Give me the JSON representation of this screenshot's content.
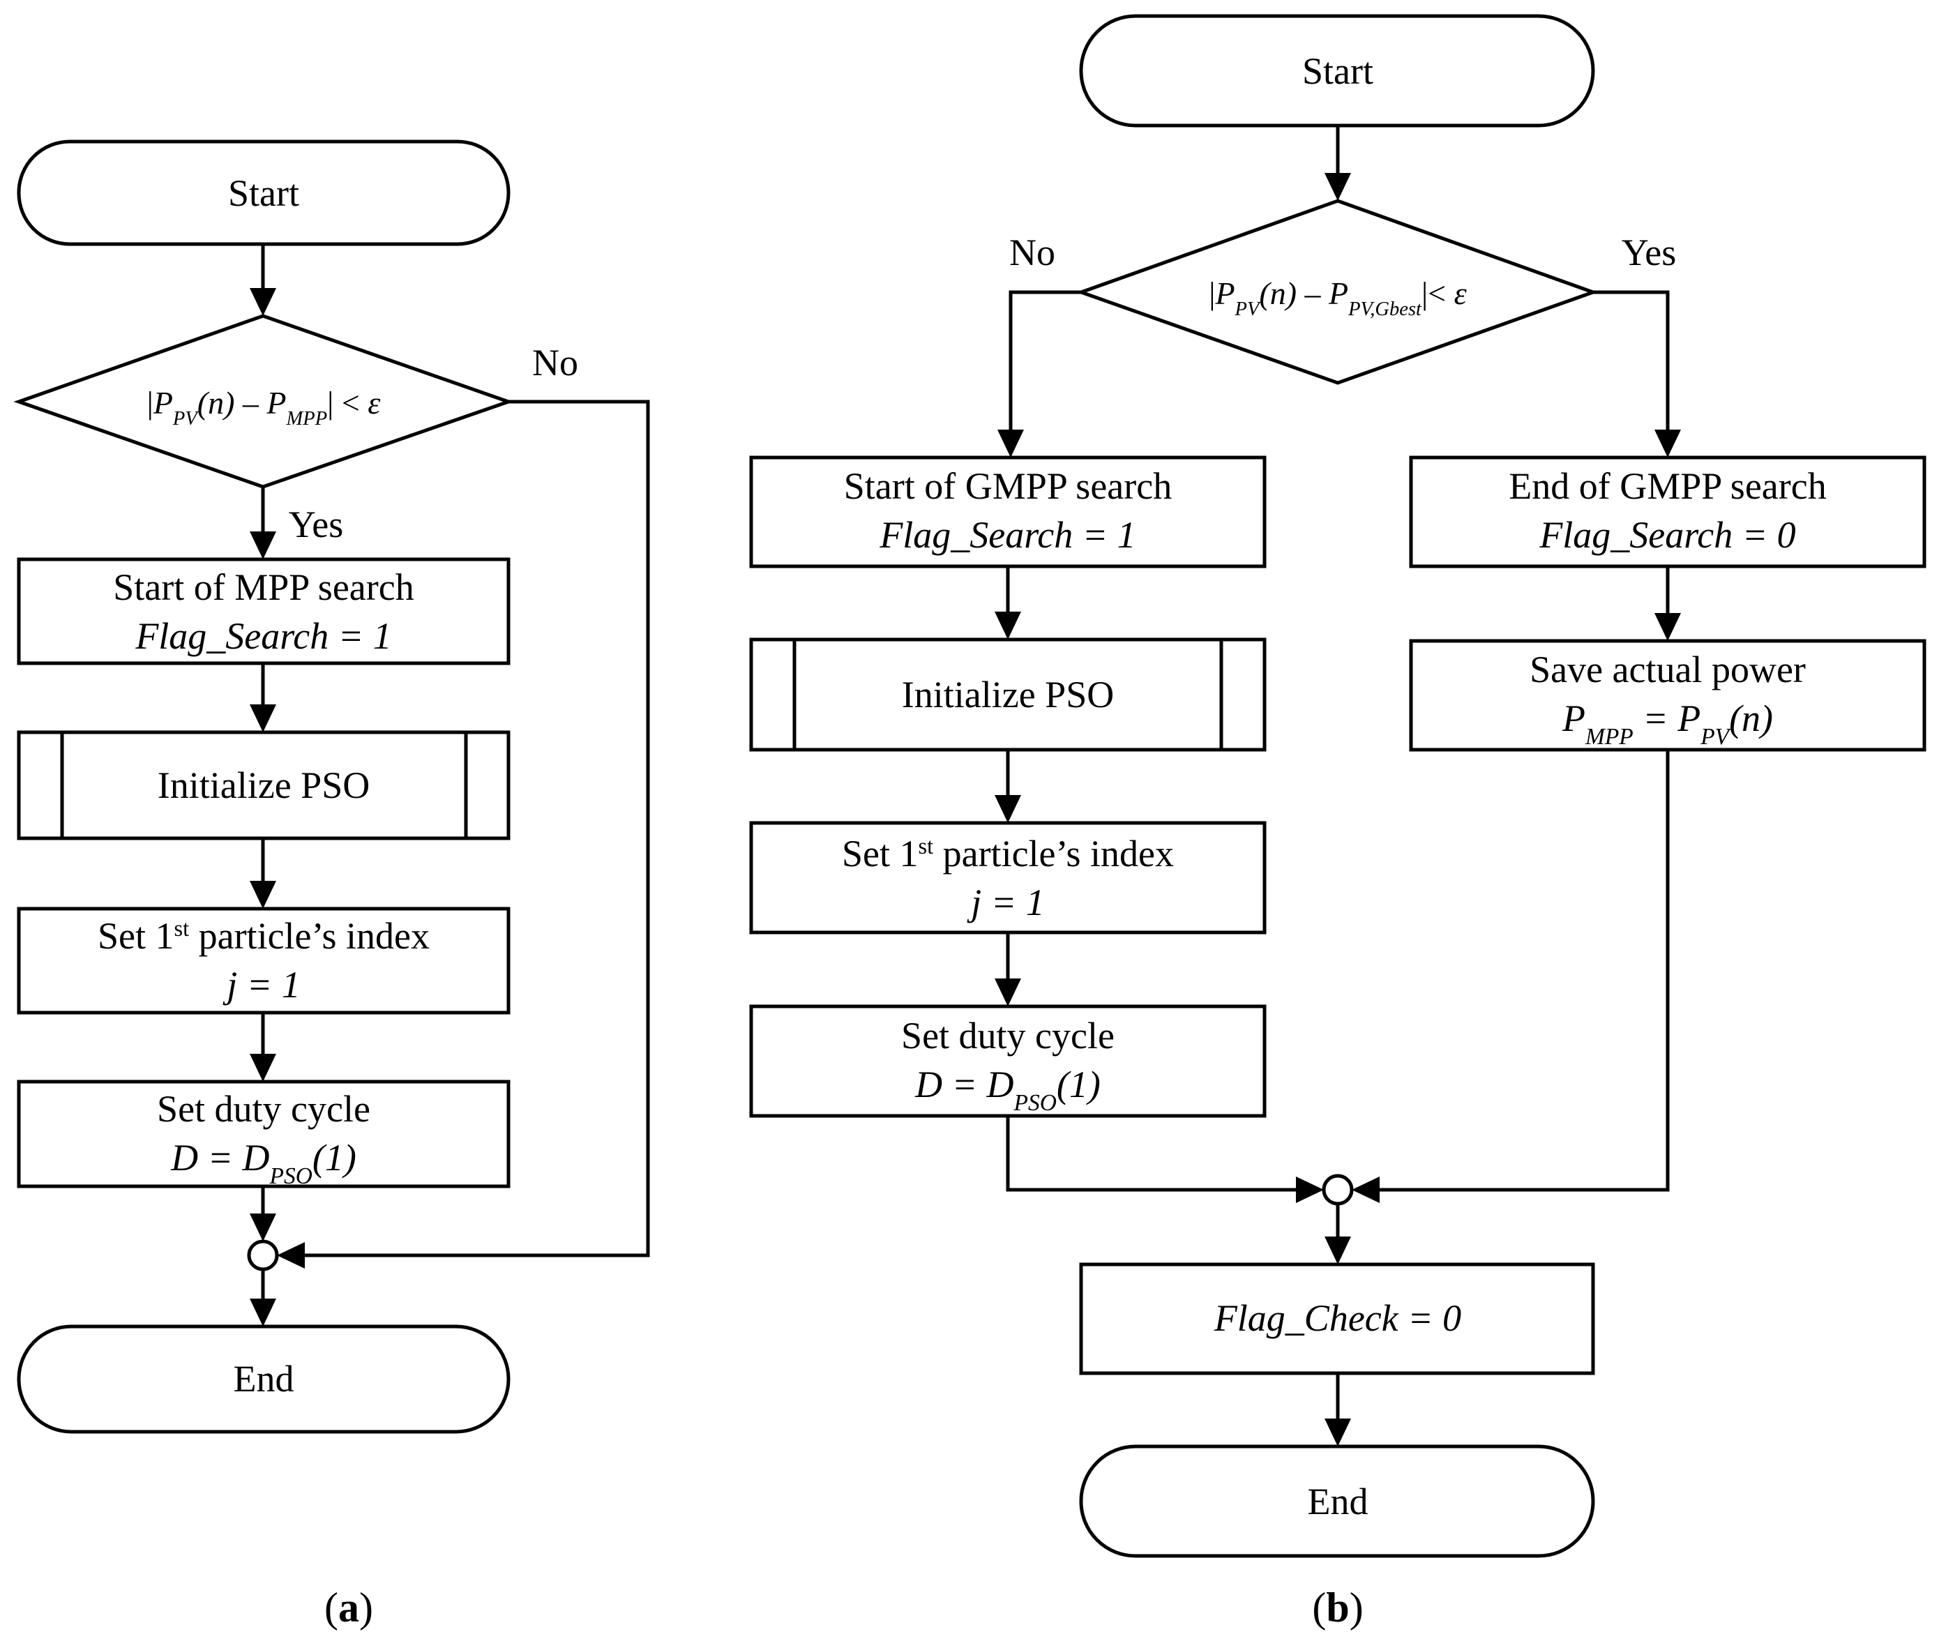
{
  "flowchart_a": {
    "start": "Start",
    "decision": [
      {
        "t": "|"
      },
      {
        "t": "P",
        "i": 1
      },
      {
        "t": "PV",
        "i": 1,
        "s": 1
      },
      {
        "t": "(n)",
        "i": 1
      },
      {
        "t": " – "
      },
      {
        "t": "P",
        "i": 1
      },
      {
        "t": "MPP",
        "i": 1,
        "s": 1
      },
      {
        "t": "| < "
      },
      {
        "t": "ε",
        "i": 1
      }
    ],
    "no_label": "No",
    "yes_label": "Yes",
    "box1": [
      [
        {
          "t": "Start of MPP search"
        }
      ],
      [
        {
          "t": "Flag_Search = 1",
          "i": 1
        }
      ]
    ],
    "init": [
      [
        {
          "t": "Initialize PSO"
        }
      ]
    ],
    "box2": [
      [
        {
          "t": "Set 1"
        },
        {
          "t": "st",
          "sup": 1
        },
        {
          "t": " particle’s index"
        }
      ],
      [
        {
          "t": "j = 1",
          "i": 1
        }
      ]
    ],
    "box3": [
      [
        {
          "t": "Set duty cycle"
        }
      ],
      [
        {
          "t": "D = D",
          "i": 1
        },
        {
          "t": "PSO",
          "i": 1,
          "s": 1
        },
        {
          "t": "(1)",
          "i": 1
        }
      ]
    ],
    "end": "End",
    "caption": [
      {
        "t": "("
      },
      {
        "t": "a",
        "b": 1
      },
      {
        "t": ")"
      }
    ]
  },
  "flowchart_b": {
    "start": "Start",
    "decision": [
      {
        "t": "|"
      },
      {
        "t": "P",
        "i": 1
      },
      {
        "t": "PV",
        "i": 1,
        "s": 1
      },
      {
        "t": "(n)",
        "i": 1
      },
      {
        "t": " – "
      },
      {
        "t": "P",
        "i": 1
      },
      {
        "t": "PV,Gbest",
        "i": 1,
        "s": 1
      },
      {
        "t": "|< "
      },
      {
        "t": "ε",
        "i": 1
      }
    ],
    "no_label": "No",
    "yes_label": "Yes",
    "left_box1": [
      [
        {
          "t": "Start of GMPP search"
        }
      ],
      [
        {
          "t": "Flag_Search = 1",
          "i": 1
        }
      ]
    ],
    "left_init": [
      [
        {
          "t": "Initialize PSO"
        }
      ]
    ],
    "left_box2": [
      [
        {
          "t": "Set 1"
        },
        {
          "t": "st",
          "sup": 1
        },
        {
          "t": " particle’s index"
        }
      ],
      [
        {
          "t": "j = 1",
          "i": 1
        }
      ]
    ],
    "left_box3": [
      [
        {
          "t": "Set duty cycle"
        }
      ],
      [
        {
          "t": "D = D",
          "i": 1
        },
        {
          "t": "PSO",
          "i": 1,
          "s": 1
        },
        {
          "t": "(1)",
          "i": 1
        }
      ]
    ],
    "right_box1": [
      [
        {
          "t": "End of GMPP search"
        }
      ],
      [
        {
          "t": "Flag_Search = 0",
          "i": 1
        }
      ]
    ],
    "right_box2": [
      [
        {
          "t": "Save actual power"
        }
      ],
      [
        {
          "t": "P",
          "i": 1
        },
        {
          "t": "MPP",
          "i": 1,
          "s": 1
        },
        {
          "t": " = ",
          "i": 1
        },
        {
          "t": "P",
          "i": 1
        },
        {
          "t": "PV",
          "i": 1,
          "s": 1
        },
        {
          "t": "(n)",
          "i": 1
        }
      ]
    ],
    "flag_check": [
      [
        {
          "t": "Flag_Check = 0",
          "i": 1
        }
      ]
    ],
    "end": "End",
    "caption": [
      {
        "t": "("
      },
      {
        "t": "b",
        "b": 1
      },
      {
        "t": ")"
      }
    ]
  }
}
